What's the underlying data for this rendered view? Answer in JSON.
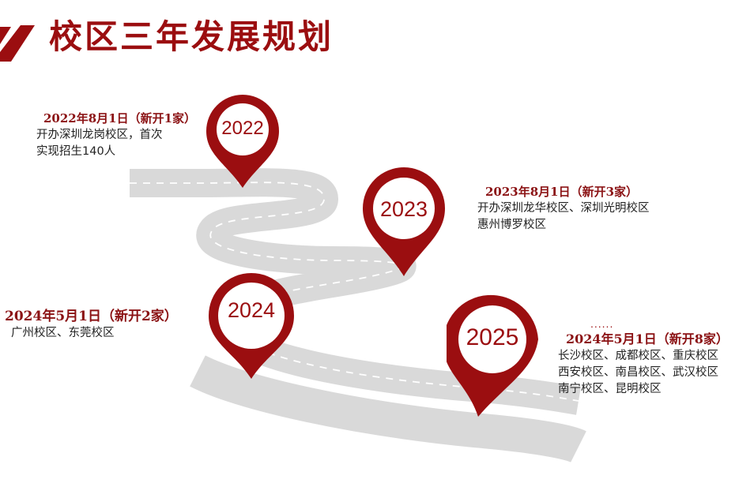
{
  "title": "校区三年发展规划",
  "colors": {
    "accent": "#9b0e10",
    "road": "#d9d9d9",
    "text": "#222222"
  },
  "icons": {
    "logo": "diagonal-slash-logo",
    "pin": "map-pin-icon"
  },
  "pins": [
    {
      "year": "2022"
    },
    {
      "year": "2023"
    },
    {
      "year": "2024"
    },
    {
      "year": "2025"
    }
  ],
  "milestones": [
    {
      "date": "2022年8月1日（新开1家）",
      "lines": [
        "开办深圳龙岗校区，首次",
        "实现招生140人"
      ]
    },
    {
      "date": "2023年8月1日（新开3家）",
      "lines": [
        "开办深圳龙华校区、深圳光明校区",
        "惠州博罗校区"
      ]
    },
    {
      "date": "2024年5月1日（新开2家）",
      "lines": [
        "广州校区、东莞校区"
      ]
    },
    {
      "date": "2024年5月1日（新开8家）",
      "lines": [
        "长沙校区、成都校区、重庆校区",
        "西安校区、南昌校区、武汉校区",
        "南宁校区、昆明校区"
      ]
    }
  ],
  "ellipsis": "......"
}
